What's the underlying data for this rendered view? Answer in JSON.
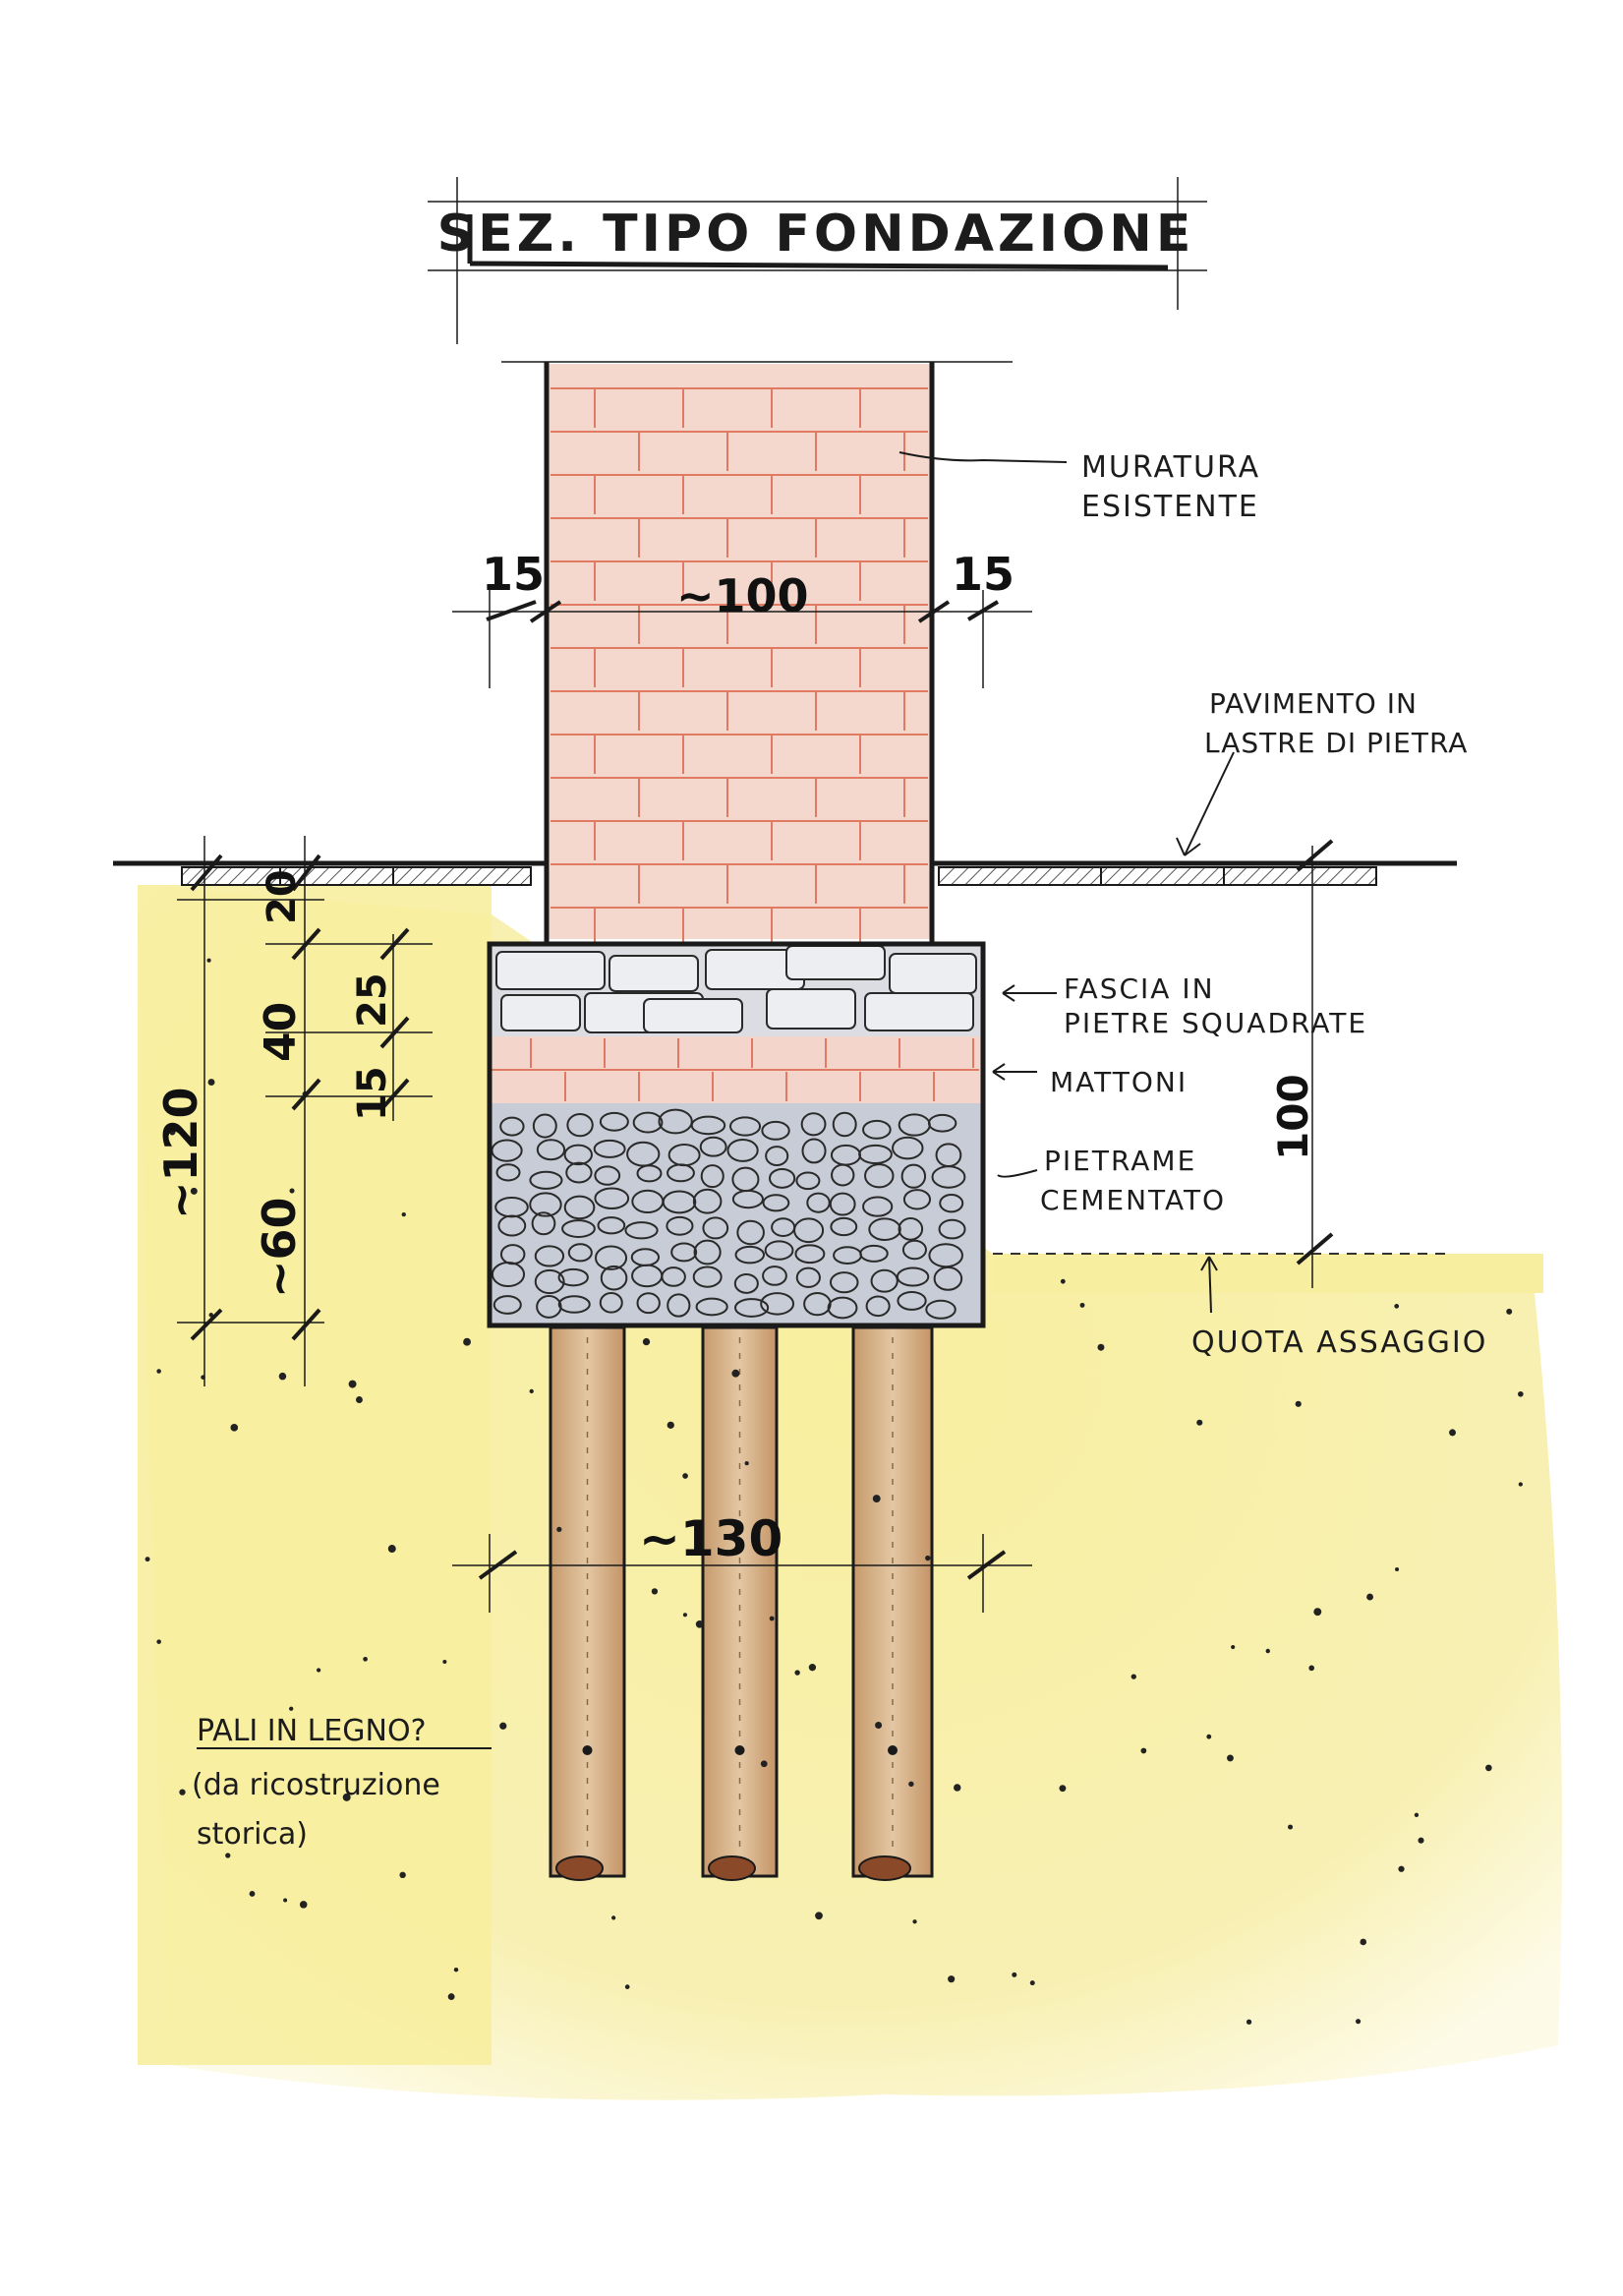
{
  "title": "SEZ. TIPO FONDAZIONE",
  "labels": {
    "muratura": [
      "MURATURA",
      "ESISTENTE"
    ],
    "pavimento": [
      "PAVIMENTO IN",
      "LASTRE DI PIETRA"
    ],
    "fascia": [
      "FASCIA IN",
      "PIETRE SQUADRATE"
    ],
    "mattoni": "MATTONI",
    "pietrame": [
      "PIETRAME",
      "CEMENTATO"
    ],
    "quota": "QUOTA ASSAGGIO",
    "pali": [
      "PALI IN LEGNO?",
      "(da ricostruzione",
      "storica)"
    ]
  },
  "dimensions": {
    "wall_left": "15",
    "wall_width": "~100",
    "wall_right": "15",
    "total_depth": "~120",
    "pavement": "20",
    "band_and_bricks": "40",
    "stone_band": "25",
    "brick_course": "15",
    "rubble": "~60",
    "trench_depth": "100",
    "footing_width": "~130"
  },
  "colors": {
    "soil": "#f7eeaa",
    "brick": "#f3d5cb",
    "brick_joint": "#e07a62",
    "rubble": "#c9cdd6",
    "stone": "#d9dbe0",
    "wood": "#d8b68f",
    "ink": "#1a1a1a"
  }
}
